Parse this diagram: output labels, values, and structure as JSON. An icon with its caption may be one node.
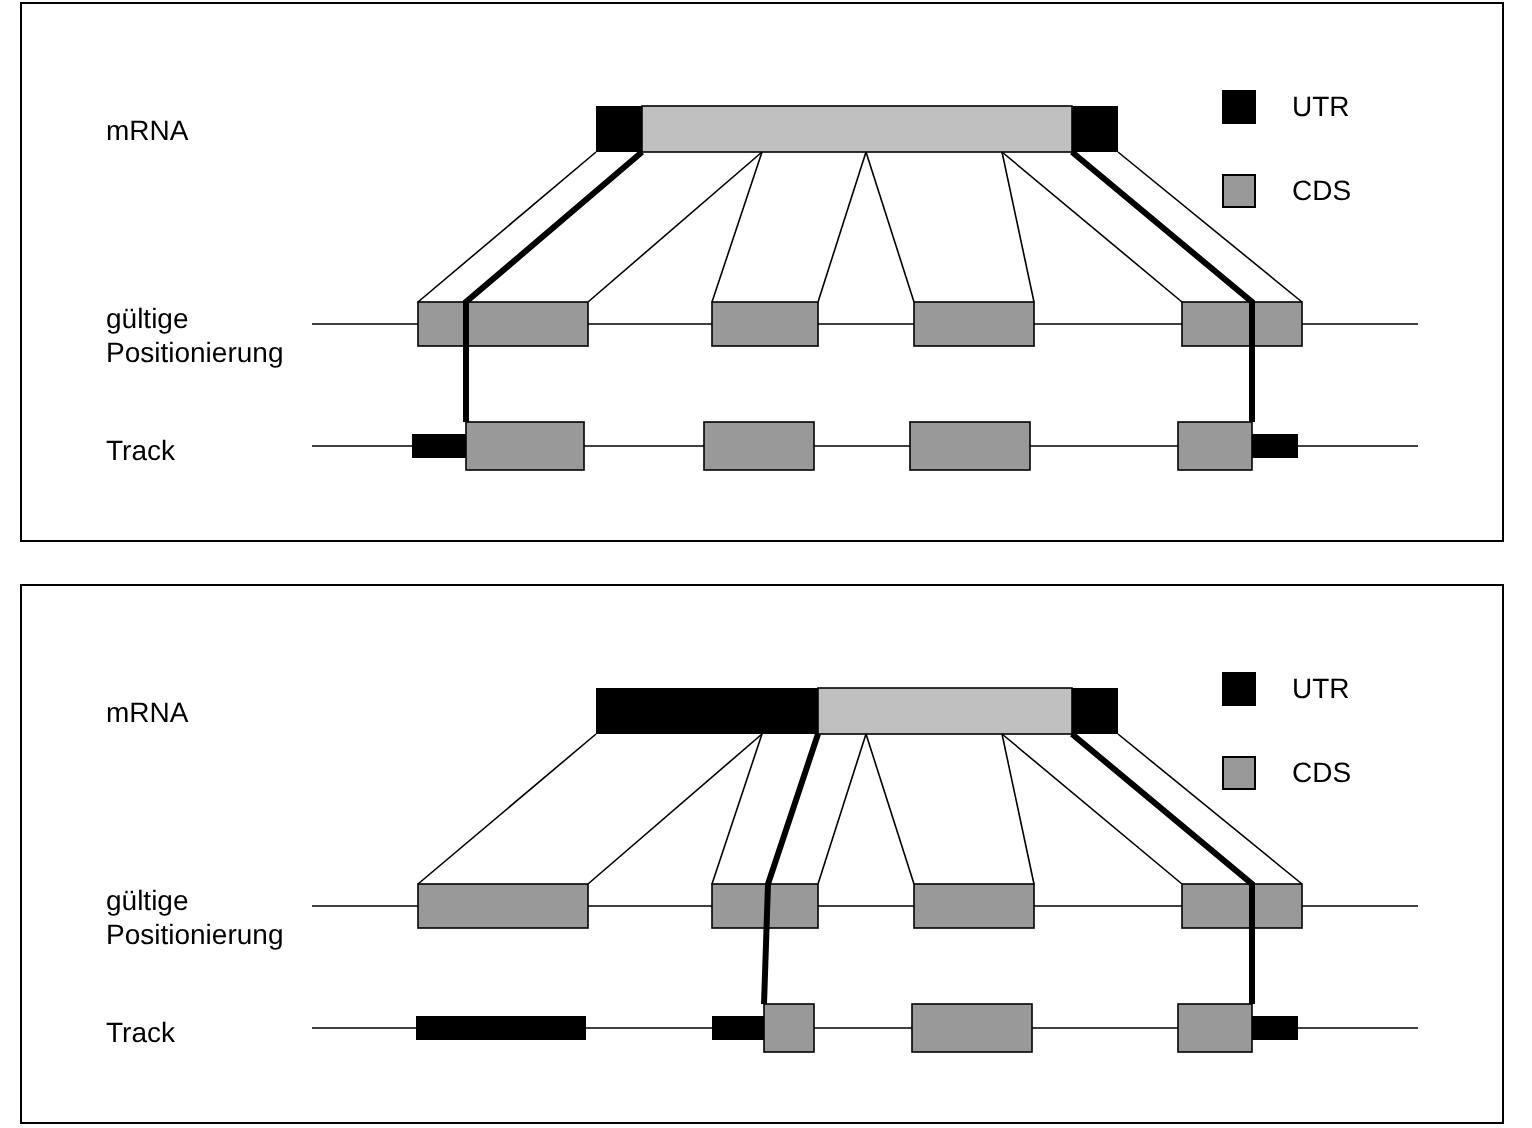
{
  "diagram": {
    "labels": [
      "mRNA",
      "gültige Positionierung",
      "Track",
      "mRNA",
      "gültige Positionierung",
      "Track"
    ],
    "legend": [
      {
        "text": "UTR",
        "color": "#000000"
      },
      {
        "text": "CDS",
        "color": "#999999"
      },
      {
        "text": "UTR",
        "color": "#000000"
      },
      {
        "text": "CDS",
        "color": "#999999"
      }
    ]
  }
}
